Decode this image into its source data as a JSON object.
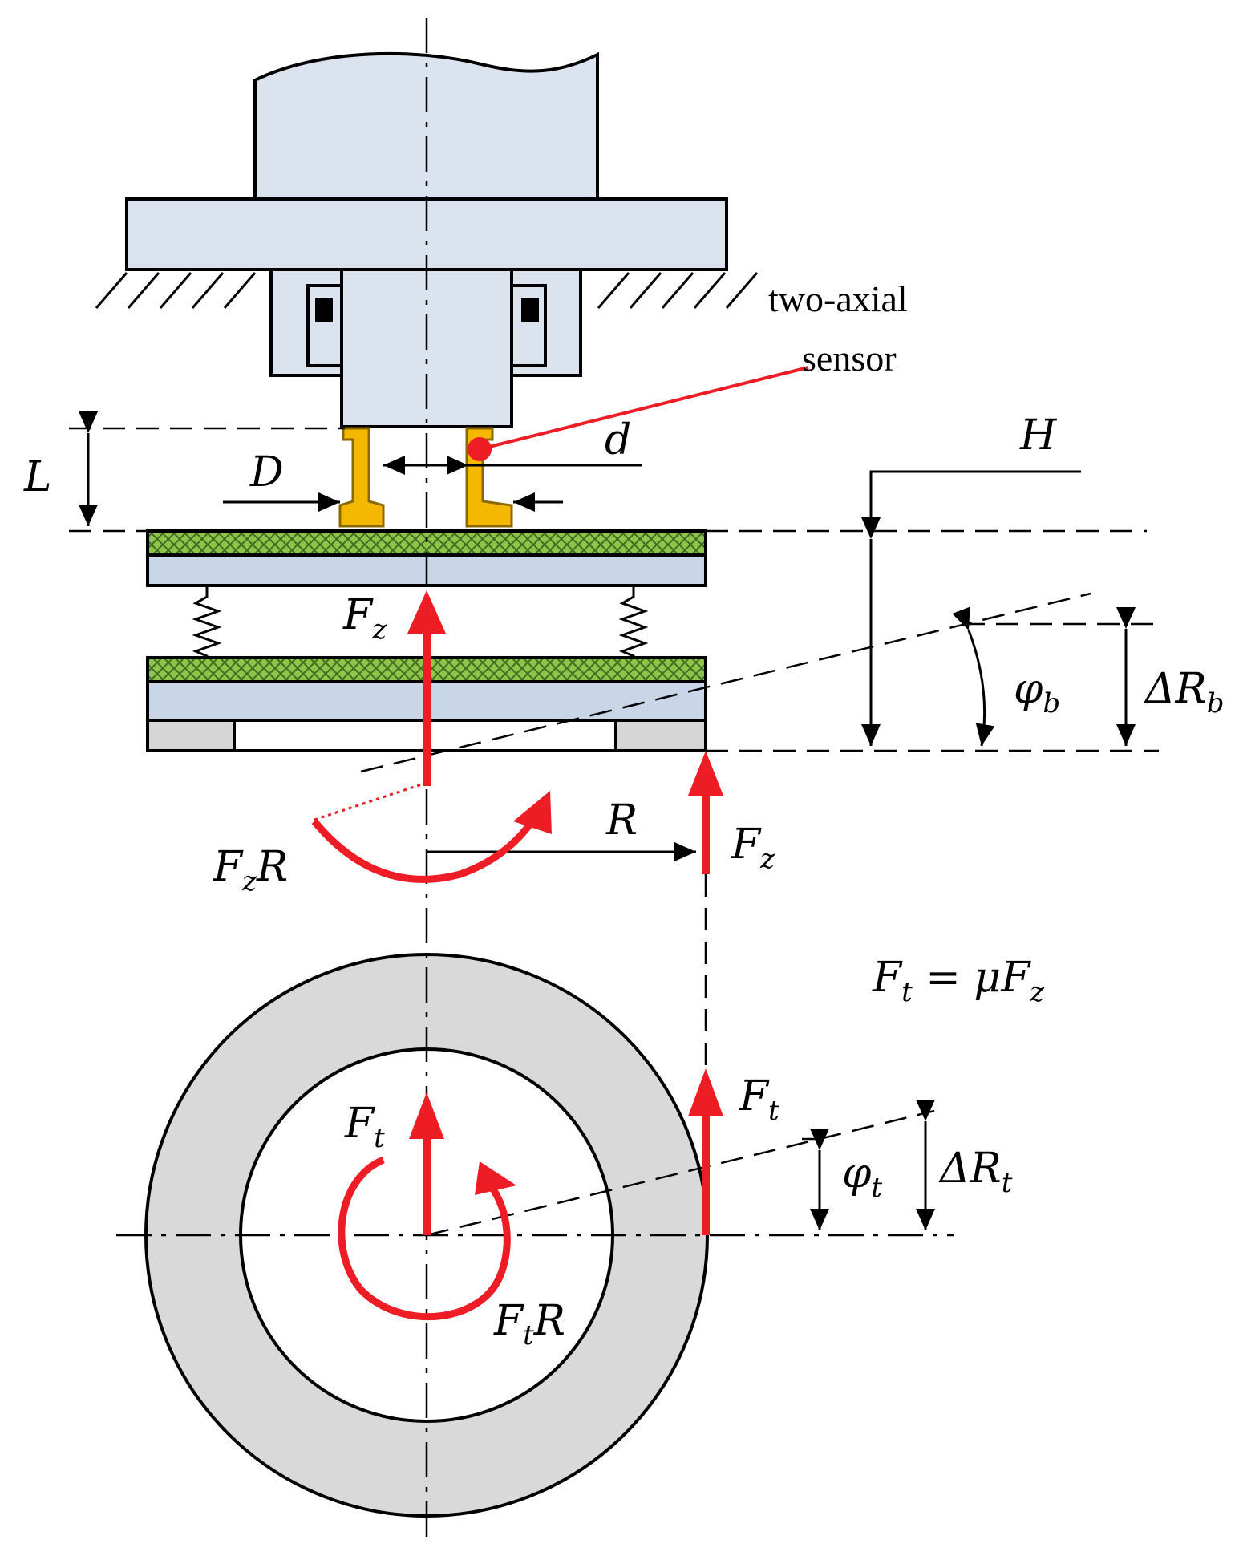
{
  "labels": {
    "sensor_line1": "two-axial",
    "sensor_line2": "sensor",
    "L": "L",
    "D": "D",
    "d": "d",
    "H": "H",
    "phi": "φ",
    "phi_b_sub": "b",
    "delta_R": "ΔR",
    "delta_R_b_sub": "b",
    "F": "F",
    "z_sub": "z",
    "R": "R",
    "FzR_F": "F",
    "FzR_sub": "z",
    "FzR_R": "R",
    "eq_Ft": "F",
    "eq_t_sub": "t",
    "eq_rest": " = μF",
    "eq_z_sub": "z",
    "t_sub": "t",
    "FtR_F": "F",
    "FtR_sub": "t",
    "FtR_R": "R",
    "phi_t_sub": "t",
    "delta_R_t_sub": "t"
  },
  "colors": {
    "force": "#ee1c24",
    "metal": "#dbe3ee",
    "plate": "#c8d6e8",
    "sensor": "#f5b800",
    "mesh": "#8fc34a",
    "ring": "#d9d9d9",
    "foot": "#d6d6d6"
  }
}
